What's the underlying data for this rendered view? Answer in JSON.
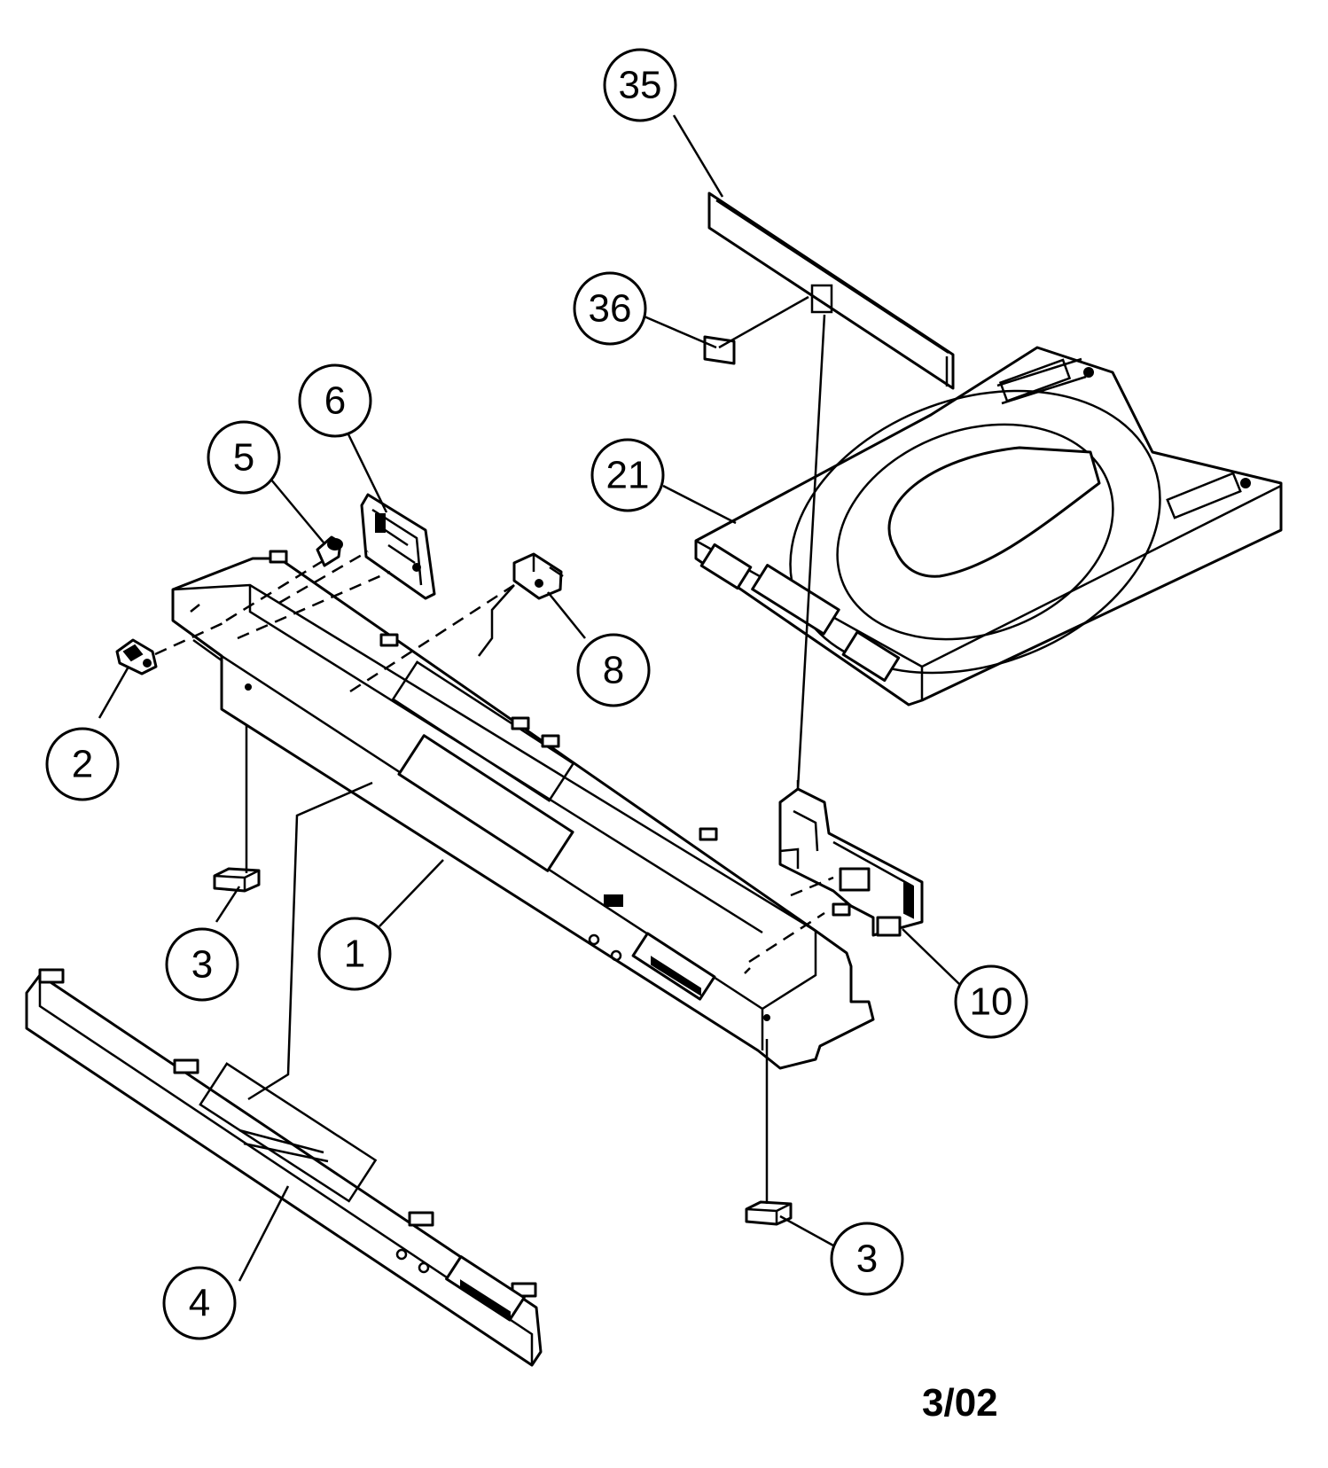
{
  "callouts": {
    "c35": "35",
    "c36": "36",
    "c21": "21",
    "c6": "6",
    "c5": "5",
    "c8": "8",
    "c2": "2",
    "c3a": "3",
    "c1": "1",
    "c10": "10",
    "c4": "4",
    "c3b": "3"
  },
  "date_code": "3/02"
}
